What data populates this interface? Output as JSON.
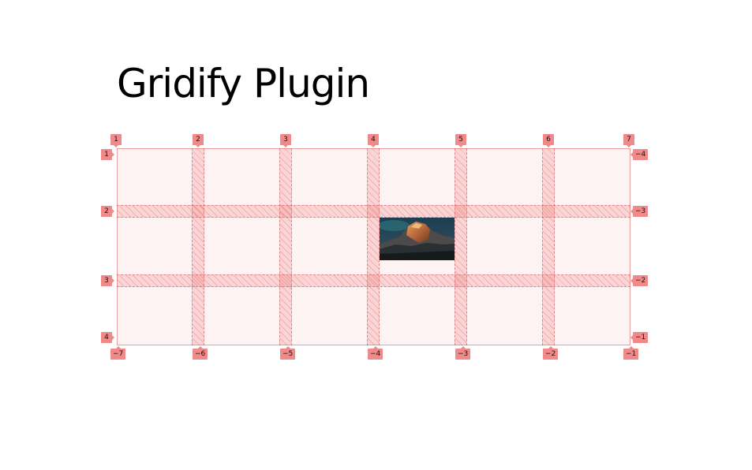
{
  "page": {
    "title": "Gridify Plugin"
  },
  "grid": {
    "columns": 6,
    "rows": 3,
    "column_lines_top": [
      "1",
      "2",
      "3",
      "4",
      "5",
      "6",
      "7"
    ],
    "column_lines_bottom": [
      "−7",
      "−6",
      "−5",
      "−4",
      "−3",
      "−2",
      "−1"
    ],
    "row_lines_left": [
      "1",
      "2",
      "3",
      "4"
    ],
    "row_lines_right": [
      "−4",
      "−3",
      "−2",
      "−1"
    ],
    "colors": {
      "overlay": "#f08a8a",
      "track_fill": "#fdf1f1",
      "border": "#e9a0a0"
    }
  },
  "image": {
    "subject": "mountain-photo",
    "grid_column": "4 / 5",
    "grid_row": "2 / 3"
  }
}
